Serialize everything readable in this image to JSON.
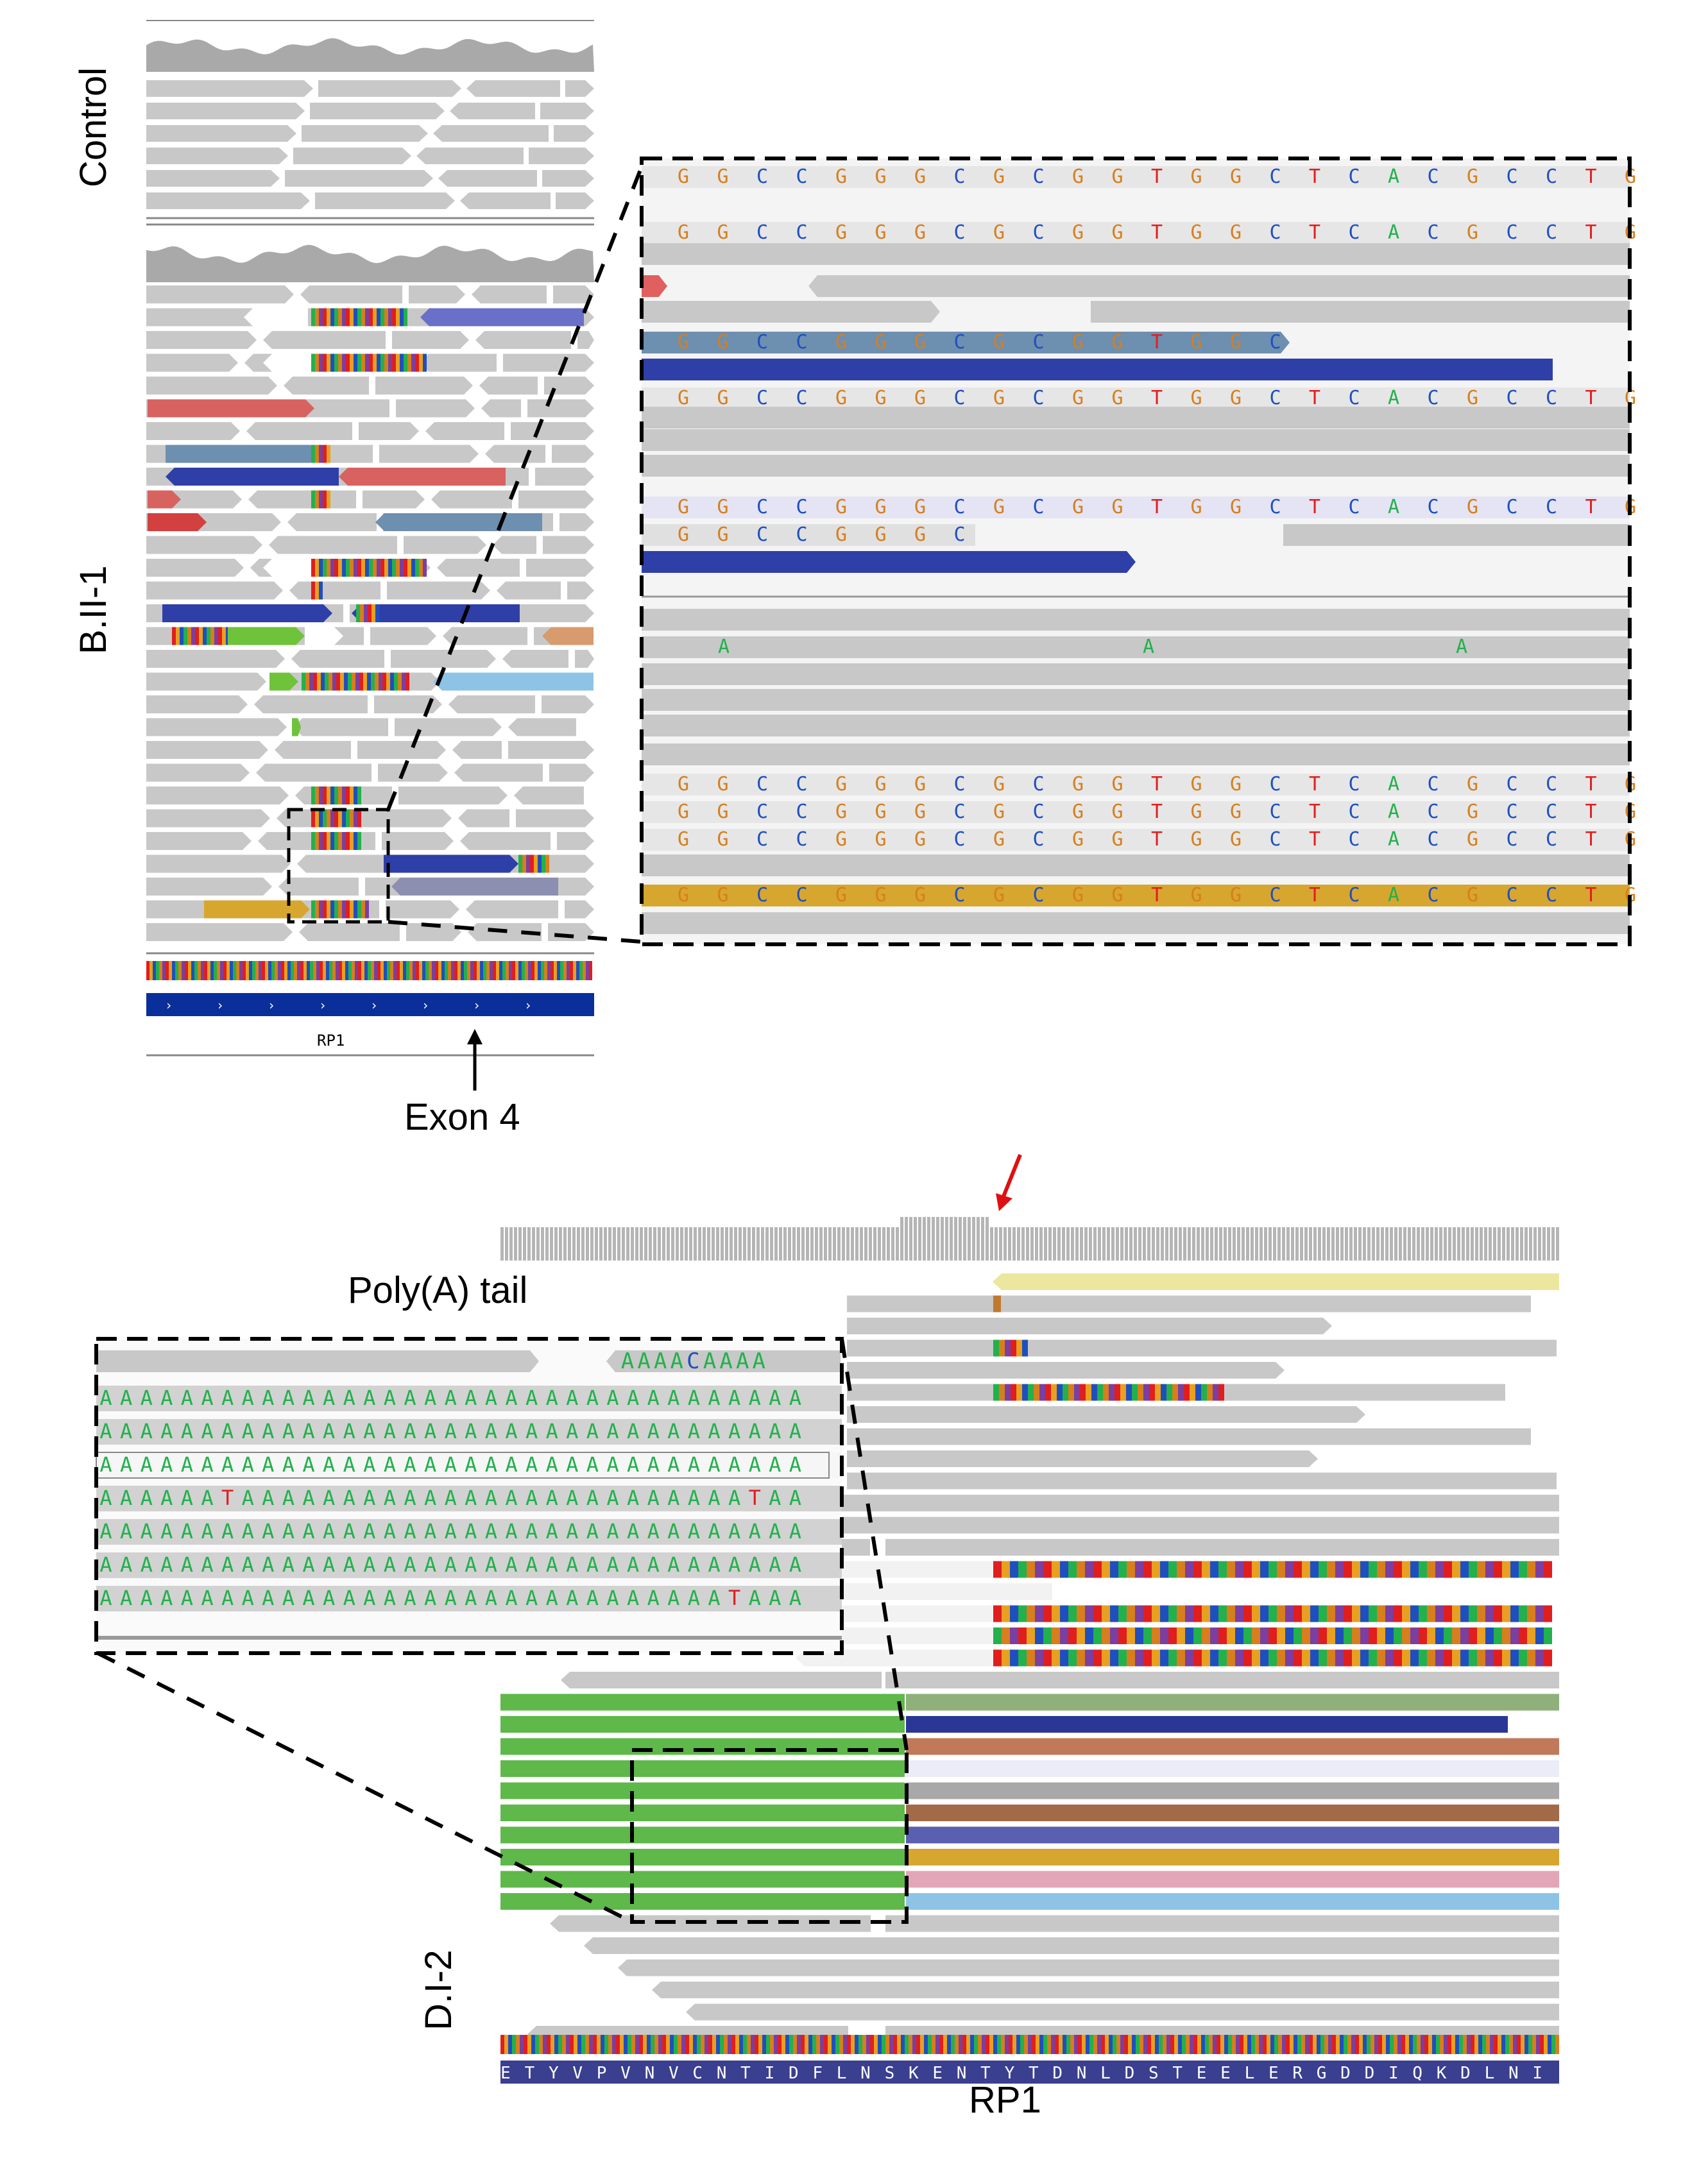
{
  "labels": {
    "control": "Control",
    "sample_b": "B.II-1",
    "sample_d": "D.I-2",
    "exon": "Exon 4",
    "gene_track": "RP1",
    "gene_bottom": "RP1",
    "polya": "Poly(A) tail"
  },
  "sequences": {
    "top_zoom_full": "GGCCGGGCGCGGTGGCTCACGCCTG",
    "top_zoom_partial1": "GGCCGGGCGCGGTGGC",
    "top_zoom_partial2": "GGCCGGGC",
    "top_zoom_mismatch": "A",
    "polya_row": "AAAAAAAAAAAAAAAAAAAAAAAAAAAAAAAAAAA",
    "polya_first_row": "AAAACAAAA",
    "polya_t_letter": "T",
    "amino_acids": "ETYVPVNVCNTIDFLNSKENTYTDNLDSTEELERGDDIQKDLNI"
  },
  "colors": {
    "read_gray": "#c8c8c8",
    "base_A": "#22b14c",
    "base_C": "#1f4fbf",
    "base_G": "#d67f1c",
    "base_T": "#e01e1e",
    "gene_blue": "#0a2f9a",
    "arrow_red": "#e01010"
  }
}
